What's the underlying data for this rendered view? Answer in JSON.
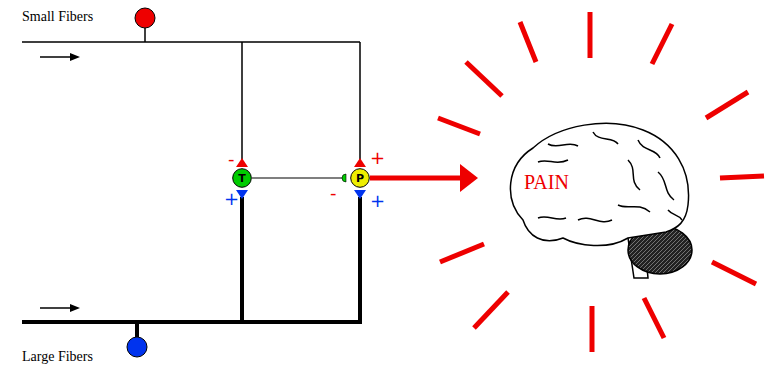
{
  "diagram": {
    "nodes": [
      {
        "text": [
          "T"
        ]
      },
      {
        "text": [
          "P"
        ]
      },
      {
        "text": [
          "PAIN"
        ]
      }
    ],
    "edges": [
      {
        "from": 0,
        "to": 1,
        "arrow": "to"
      },
      {
        "from": 1,
        "to": 2,
        "arrow": "to"
      }
    ],
    "labels": [
      "Small Fibers",
      "Large Fibers",
      "-",
      "+",
      "+",
      "-",
      "+"
    ]
  }
}
